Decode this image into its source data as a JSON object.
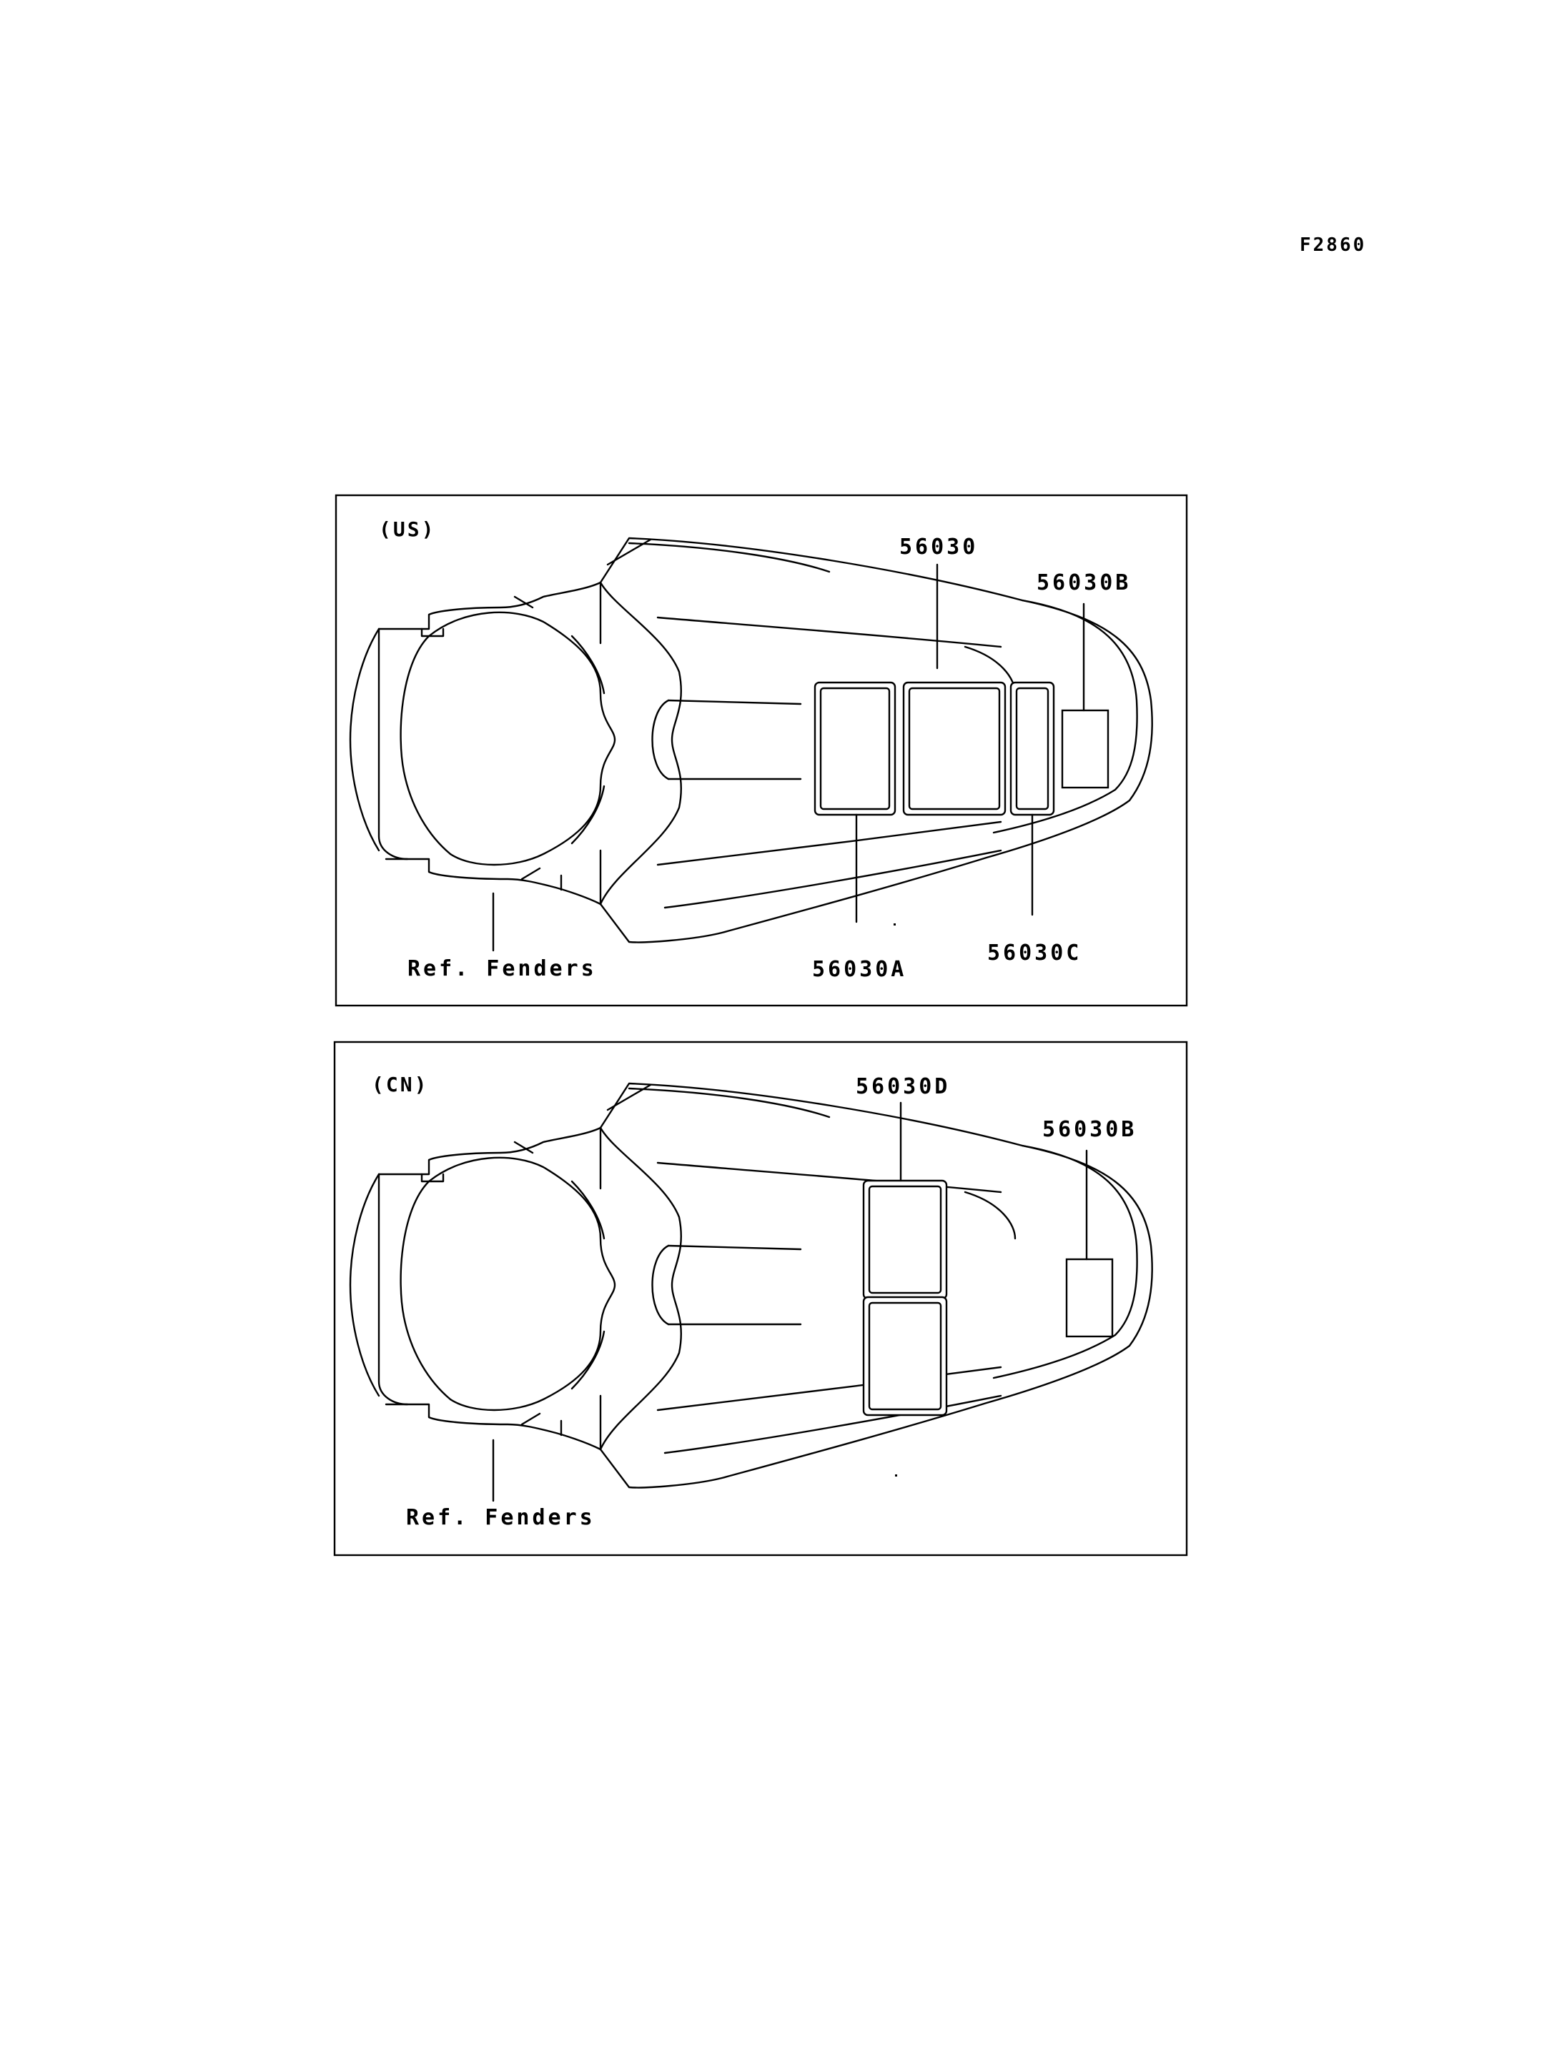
{
  "drawing_code": "F2860",
  "panels": [
    {
      "region": "(US)",
      "reference": "Ref. Fenders",
      "callouts": [
        "56030",
        "56030B",
        "56030A",
        "56030C"
      ]
    },
    {
      "region": "(CN)",
      "reference": "Ref. Fenders",
      "callouts": [
        "56030D",
        "56030B"
      ]
    }
  ]
}
